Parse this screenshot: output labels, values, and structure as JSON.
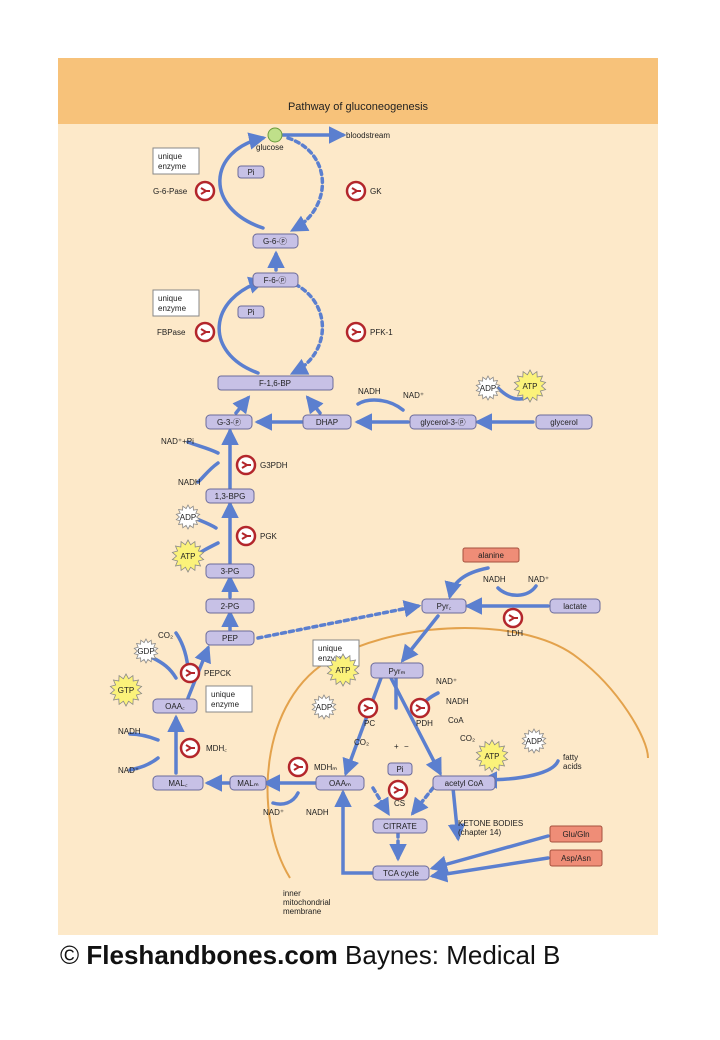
{
  "header": {
    "title": "Pathway of gluconeogenesis"
  },
  "footer": {
    "symbol": "©",
    "brand": "Fleshandbones.com",
    "source": "Baynes: Medical B"
  },
  "colors": {
    "header": "#f7c27a",
    "background": "#fde9c9",
    "arrow": "#5b7fcf",
    "box": "#c7c1e6",
    "enzyme_ring": "#b3262b",
    "mito": "#e3a24c",
    "atp": "#fbf27a",
    "amino": "#ef8d77"
  },
  "boxes": {
    "g6p": "G-6-ⓟ",
    "f6p": "F-6-ⓟ",
    "f16bp": "F-1,6-BP",
    "g3p": "G-3-ⓟ",
    "dhap": "DHAP",
    "glycerol3p": "glycerol-3-ⓟ",
    "glycerol": "glycerol",
    "bpg13": "1,3-BPG",
    "pg3": "3-PG",
    "pg2": "2-PG",
    "pep": "PEP",
    "pyrc": "Pyr꜀",
    "lactate": "lactate",
    "oaac": "OAA꜀",
    "malc": "MAL꜀",
    "malm": "MALₘ",
    "oaam": "OAAₘ",
    "pyrm": "Pyrₘ",
    "acetylcoa": "acetyl CoA",
    "citrate": "CITRATE",
    "tca": "TCA cycle",
    "pi1": "Pi",
    "pi2": "Pi",
    "pi3": "Pi"
  },
  "amino": {
    "alanine": "alanine",
    "glugln": "Glu/Gln",
    "aspasn": "Asp/Asn"
  },
  "notes": {
    "unique1": "unique\nenzyme",
    "unique2": "unique\nenzyme",
    "unique3": "unique\nenzyme",
    "unique4": "unique\nenzyme"
  },
  "enzymes": {
    "g6pase": "G-6-Pase",
    "gk": "GK",
    "fbpase": "FBPase",
    "pfk1": "PFK-1",
    "g3pdh": "G3PDH",
    "pgk": "PGK",
    "pepck": "PEPCK",
    "mdhc": "MDH꜀",
    "mdhm": "MDHₘ",
    "pc": "PC",
    "pdh": "PDH",
    "cs": "CS",
    "ldh": "LDH"
  },
  "cofactors": {
    "atp1": "ATP",
    "adp1": "ADP",
    "atp2": "ATP",
    "adp2": "ADP",
    "atp3": "ATP",
    "adp3": "ADP",
    "atp4": "ATP",
    "adp4": "ADP",
    "gtp": "GTP",
    "gdp": "GDP"
  },
  "labels": {
    "glucose": "glucose",
    "bloodstream": "bloodstream",
    "nadh1": "NADH",
    "nadplus1": "NAD⁺",
    "nadpi": "NAD⁺+Pi",
    "nadh2": "NADH",
    "nadh3": "NADH",
    "nadplus3": "NAD⁺",
    "co2a": "CO₂",
    "nadh4": "NADH",
    "nadplus4": "NAD⁺",
    "nadplus5": "NAD⁺",
    "nadh5": "NADH",
    "nadplus6": "NAD⁺",
    "nadh6": "NADH",
    "coa": "CoA",
    "co2b": "CO₂",
    "co2c": "CO₂",
    "plus": "+",
    "minus": "−",
    "fatty": "fatty\nacids",
    "ketone": "KETONE BODIES\n(chapter 14)",
    "inner": "inner\nmitochondrial\nmembrane"
  }
}
